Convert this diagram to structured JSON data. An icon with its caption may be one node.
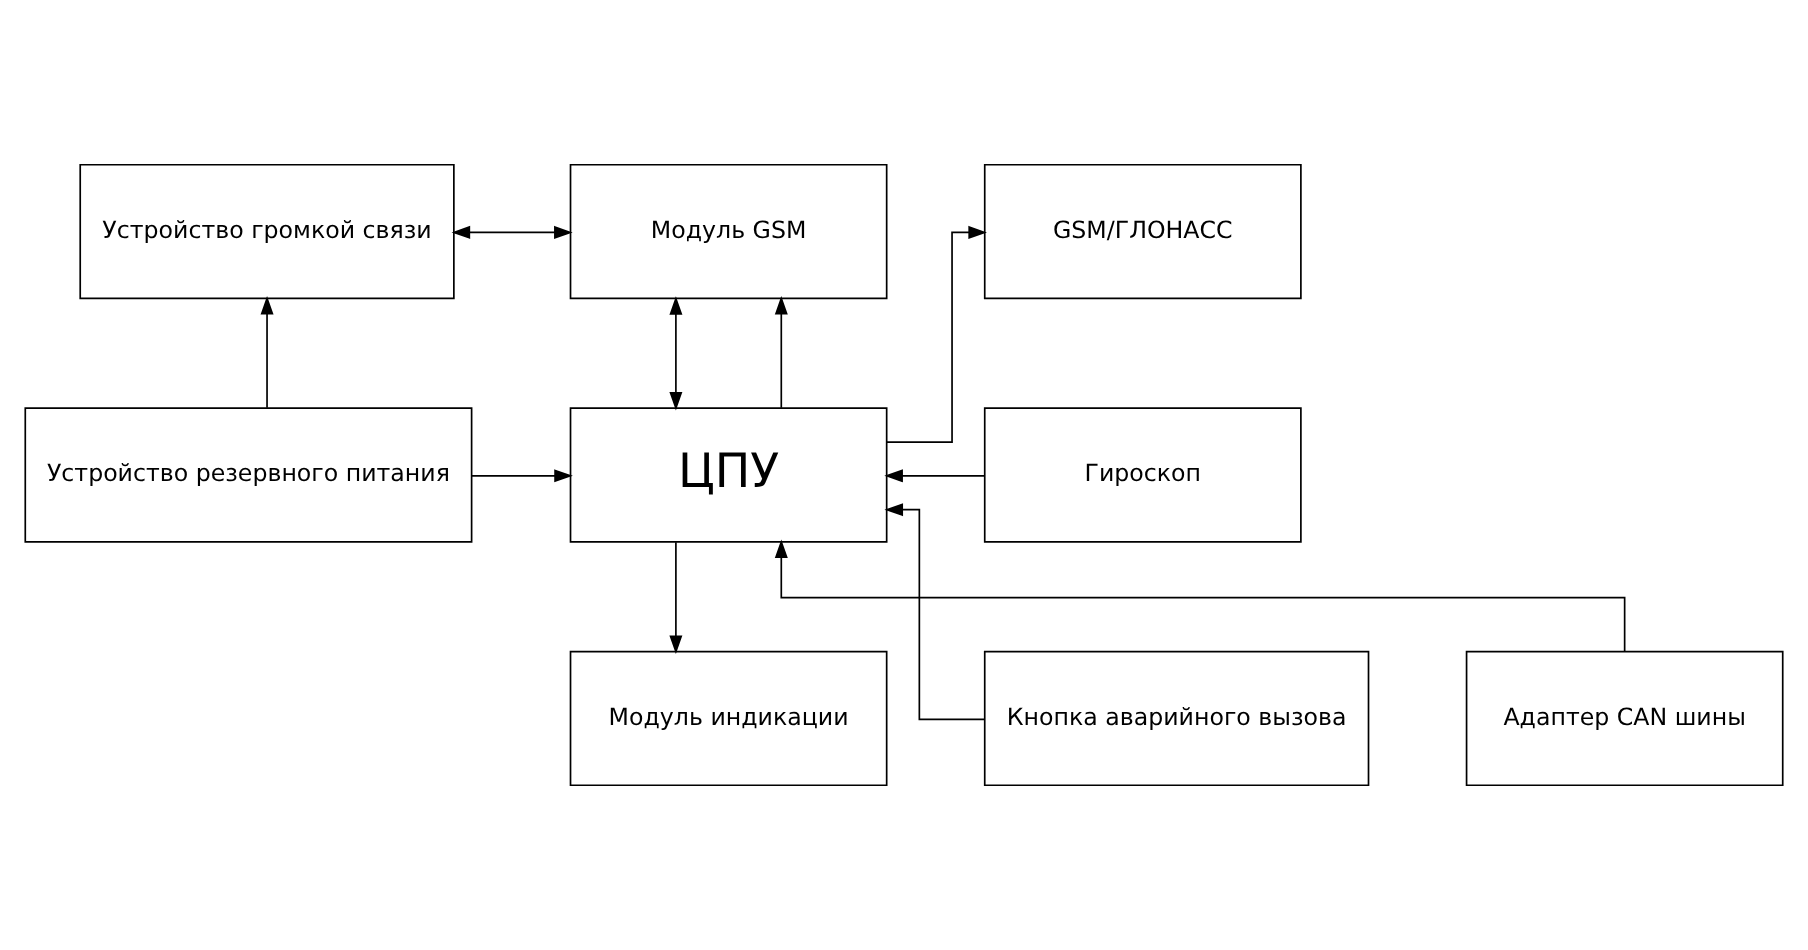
{
  "diagram": {
    "nodes": [
      {
        "text": [
          "Устройство громкой связи"
        ]
      },
      {
        "text": [
          "Модуль GSM"
        ]
      },
      {
        "text": [
          "GSM/ГЛОНАСС"
        ]
      },
      {
        "text": [
          "Устройство резервного питания"
        ]
      },
      {
        "text": [
          "ЦПУ"
        ]
      },
      {
        "text": [
          "Гироскоп"
        ]
      },
      {
        "text": [
          "Кнопка аварийного вызова"
        ]
      },
      {
        "text": [
          "Адаптер CAN шины"
        ]
      },
      {
        "text": [
          "Модуль индикации"
        ]
      }
    ],
    "edges": [
      {
        "from": 0,
        "to": 1,
        "arrow": "both"
      },
      {
        "from": 1,
        "to": 4,
        "arrow": "both"
      },
      {
        "from": 3,
        "to": 0,
        "arrow": "to"
      },
      {
        "from": 4,
        "to": 1,
        "arrow": "to"
      },
      {
        "from": 4,
        "to": 2,
        "arrow": "to"
      },
      {
        "from": 3,
        "to": 4,
        "arrow": "to"
      },
      {
        "from": 5,
        "to": 4,
        "arrow": "to"
      },
      {
        "from": 4,
        "to": 8,
        "arrow": "to"
      },
      {
        "from": 6,
        "to": 4,
        "arrow": "to"
      },
      {
        "from": 7,
        "to": 4,
        "arrow": "to"
      }
    ]
  }
}
